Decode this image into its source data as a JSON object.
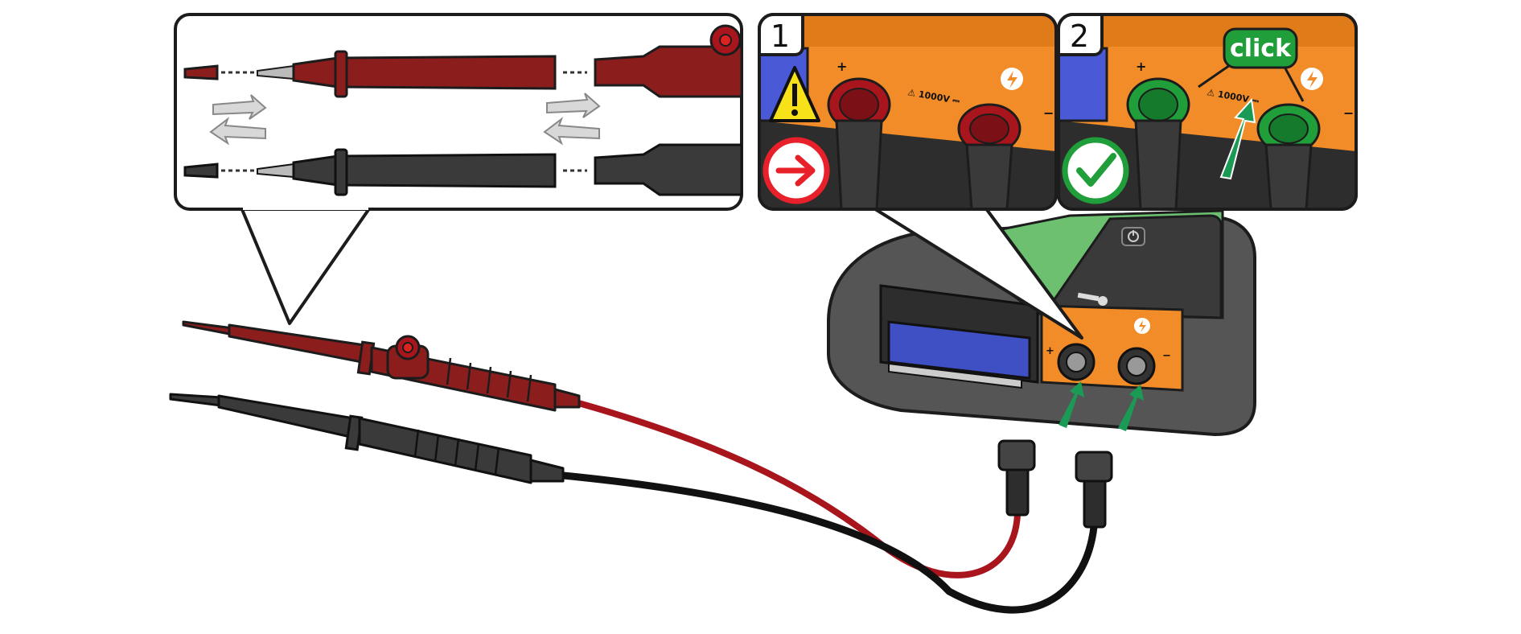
{
  "steps": {
    "step1": {
      "number": "1"
    },
    "step2": {
      "number": "2",
      "callout": "click"
    }
  },
  "device": {
    "port_plus": "+",
    "port_minus": "−",
    "voltage_rating": "⚠ 1000V ⎓"
  },
  "icons": {
    "warning": "warning-triangle-icon",
    "wrong": "arrow-right-circle-icon",
    "correct": "checkmark-circle-icon",
    "power": "power-icon",
    "bolt": "lightning-icon"
  },
  "colors": {
    "probe_red": "#8c1d1d",
    "probe_black": "#3a3a3a",
    "device_orange": "#f28c28",
    "device_green": "#6cc070",
    "screen_blue": "#3f4fc4",
    "ok_green": "#1f9e3a",
    "error_red": "#e8202a",
    "warn_yellow": "#f7e21a"
  }
}
